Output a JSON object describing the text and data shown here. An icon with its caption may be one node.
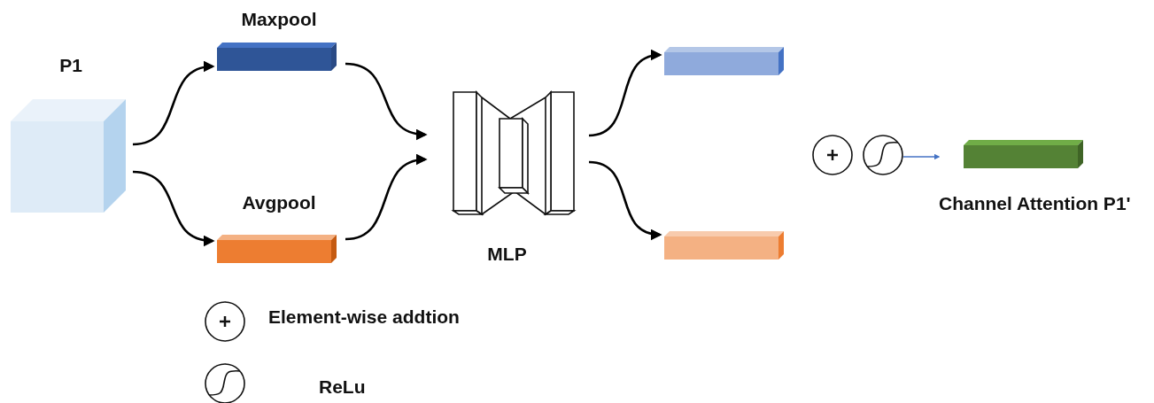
{
  "diagram": {
    "nodes": [
      {
        "text": [
          "P1"
        ]
      },
      {
        "text": [
          "Maxpool"
        ]
      },
      {
        "text": [
          "Avgpool"
        ]
      },
      {
        "text": [
          "MLP"
        ]
      },
      {
        "text": [],
        "shape": "bar"
      },
      {
        "text": [],
        "shape": "bar"
      },
      {
        "text": [],
        "shape": "circle"
      },
      {
        "text": [],
        "shape": "circle"
      },
      {
        "text": [
          "Channel Attention P1'"
        ]
      }
    ],
    "edges": [
      {
        "from": 0,
        "to": 1,
        "arrow": "to"
      },
      {
        "from": 0,
        "to": 2,
        "arrow": "to"
      },
      {
        "from": 1,
        "to": 3,
        "arrow": "to"
      },
      {
        "from": 2,
        "to": 3,
        "arrow": "to"
      },
      {
        "from": 3,
        "to": 4,
        "arrow": "to"
      },
      {
        "from": 3,
        "to": 5,
        "arrow": "to"
      },
      {
        "from": 7,
        "to": 8,
        "arrow": "to",
        "color": "#4472c4"
      }
    ],
    "legend": [
      {
        "text": "Element-wise addtion"
      },
      {
        "text": "ReLu"
      }
    ]
  }
}
